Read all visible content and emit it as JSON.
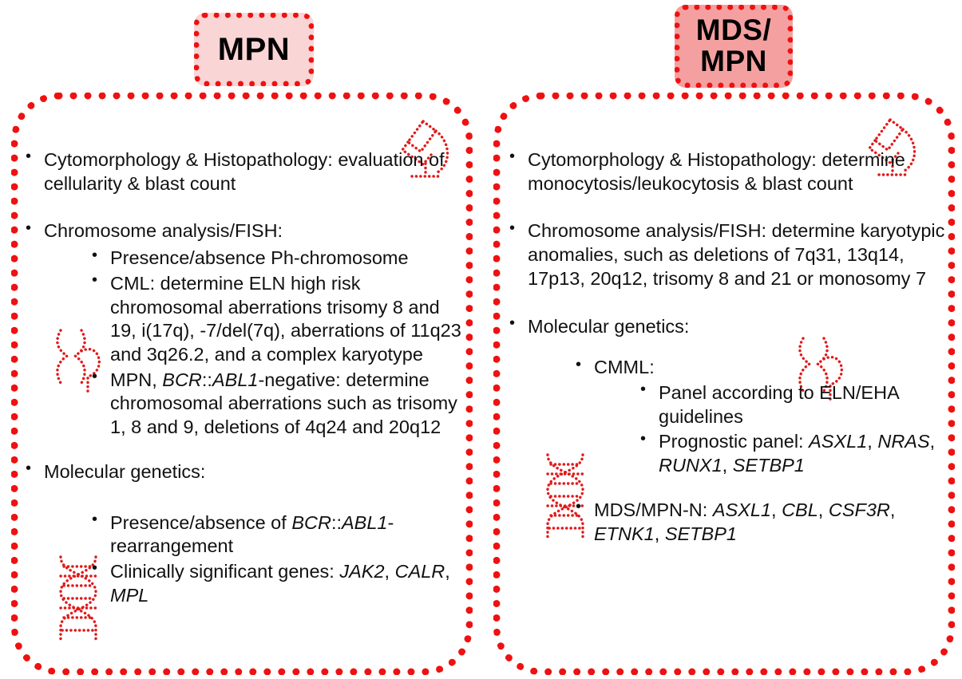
{
  "diagram": {
    "title": "Diagnostic workup of MPN and MDS/MPN",
    "accent_color": "#ee1111",
    "chip_fill_left": "#f9d5d5",
    "chip_fill_right": "#f5a0a0",
    "text_color": "#111111"
  },
  "headers": {
    "left": "MPN",
    "right_line1": "MDS/",
    "right_line2": "MPN"
  },
  "left_panel": {
    "items": [
      {
        "text": "Cytomorphology & Histopathology: evaluation of cellularity & blast count"
      },
      {
        "text": "Chromosome analysis/FISH:",
        "children": [
          {
            "text": "Presence/absence Ph-chromosome"
          },
          {
            "text": "CML: determine ELN high risk chromosomal aberrations trisomy 8 and 19, i(17q), -7/del(7q), aberrations of 11q23 and 3q26.2, and a complex karyotype"
          },
          {
            "text": "MPN, BCR::ABL1-negative: determine chromosomal aberrations such as trisomy 1, 8 and 9, deletions of 4q24 and 20q12",
            "italic_parts": [
              "BCR",
              "ABL1"
            ]
          }
        ]
      },
      {
        "text": "Molecular genetics:",
        "children": [
          {
            "text": "Presence/absence of BCR::ABL1-rearrangement",
            "italic_parts": [
              "BCR",
              "ABL1"
            ]
          },
          {
            "text": "Clinically significant genes: JAK2, CALR, MPL",
            "italic_parts": [
              "JAK2",
              "CALR",
              "MPL"
            ]
          }
        ]
      }
    ]
  },
  "right_panel": {
    "items": [
      {
        "text": "Cytomorphology & Histopathology: determine monocytosis/leukocytosis & blast count"
      },
      {
        "text": "Chromosome analysis/FISH: determine karyotypic anomalies, such as deletions of 7q31, 13q14, 17p13, 20q12, trisomy 8 and 21 or monosomy 7"
      },
      {
        "text": "Molecular genetics:",
        "children": [
          {
            "text": "CMML:",
            "children": [
              {
                "text": "Panel according to ELN/EHA guidelines"
              },
              {
                "text": "Prognostic panel: ASXL1, NRAS, RUNX1, SETBP1",
                "italic_parts": [
                  "ASXL1",
                  "NRAS",
                  "RUNX1",
                  "SETBP1"
                ]
              }
            ]
          },
          {
            "text": "MDS/MPN-N: ASXL1, CBL, CSF3R, ETNK1, SETBP1",
            "italic_parts": [
              "ASXL1",
              "CBL",
              "CSF3R",
              "ETNK1",
              "SETBP1"
            ]
          }
        ]
      }
    ]
  },
  "decorations": [
    {
      "name": "microscope-icon",
      "panel": "left"
    },
    {
      "name": "microscope-icon",
      "panel": "right"
    },
    {
      "name": "chromosome-icon",
      "panel": "left"
    },
    {
      "name": "chromosome-icon",
      "panel": "right"
    },
    {
      "name": "dna-helix-icon",
      "panel": "left"
    },
    {
      "name": "dna-helix-icon",
      "panel": "right"
    }
  ],
  "left_text": {
    "b1": "Cytomorphology & Histopathology: evaluation of cellularity & blast count",
    "b2": "Chromosome analysis/FISH:",
    "b2s1": "Presence/absence Ph-chromosome",
    "b2s2": "CML: determine ELN high risk chromosomal aberrations trisomy 8 and 19, i(17q), -7/del(7q), aberrations of 11q23 and 3q26.2, and a complex karyotype",
    "b2s3_pre": "MPN, ",
    "b2s3_g1": "BCR",
    "b2s3_mid": "::",
    "b2s3_g2": "ABL1",
    "b2s3_post": "-negative: determine chromosomal aberrations such as trisomy 1, 8 and 9, deletions of 4q24 and 20q12",
    "b3": "Molecular genetics:",
    "b3s1_pre": "Presence/absence of ",
    "b3s1_g1": "BCR",
    "b3s1_mid": "::",
    "b3s1_g2": "ABL1",
    "b3s1_post": "-rearrangement",
    "b3s2_pre": "Clinically significant genes: ",
    "b3s2_g1": "JAK2",
    "b3s2_sep1": ", ",
    "b3s2_g2": "CALR",
    "b3s2_sep2": ", ",
    "b3s2_g3": "MPL"
  },
  "right_text": {
    "b1": "Cytomorphology & Histopathology: determine monocytosis/leukocytosis & blast count",
    "b2": "Chromosome analysis/FISH: determine karyotypic anomalies, such as deletions of 7q31, 13q14, 17p13, 20q12, trisomy 8 and 21 or monosomy 7",
    "b3": "Molecular genetics:",
    "b3s1": "CMML:",
    "b3s1a": "Panel according to ELN/EHA guidelines",
    "b3s1b_pre": "Prognostic panel: ",
    "b3s1b_g1": "ASXL1",
    "b3s1b_sep1": ", ",
    "b3s1b_g2": "NRAS",
    "b3s1b_sep2": ", ",
    "b3s1b_g3": "RUNX1",
    "b3s1b_sep3": ", ",
    "b3s1b_g4": "SETBP1",
    "b3s2_pre": "MDS/MPN-N: ",
    "b3s2_g1": "ASXL1",
    "b3s2_sep1": ", ",
    "b3s2_g2": "CBL",
    "b3s2_sep2": ", ",
    "b3s2_g3": "CSF3R",
    "b3s2_sep3": ", ",
    "b3s2_g4": "ETNK1",
    "b3s2_sep4": ", ",
    "b3s2_g5": "SETBP1"
  }
}
